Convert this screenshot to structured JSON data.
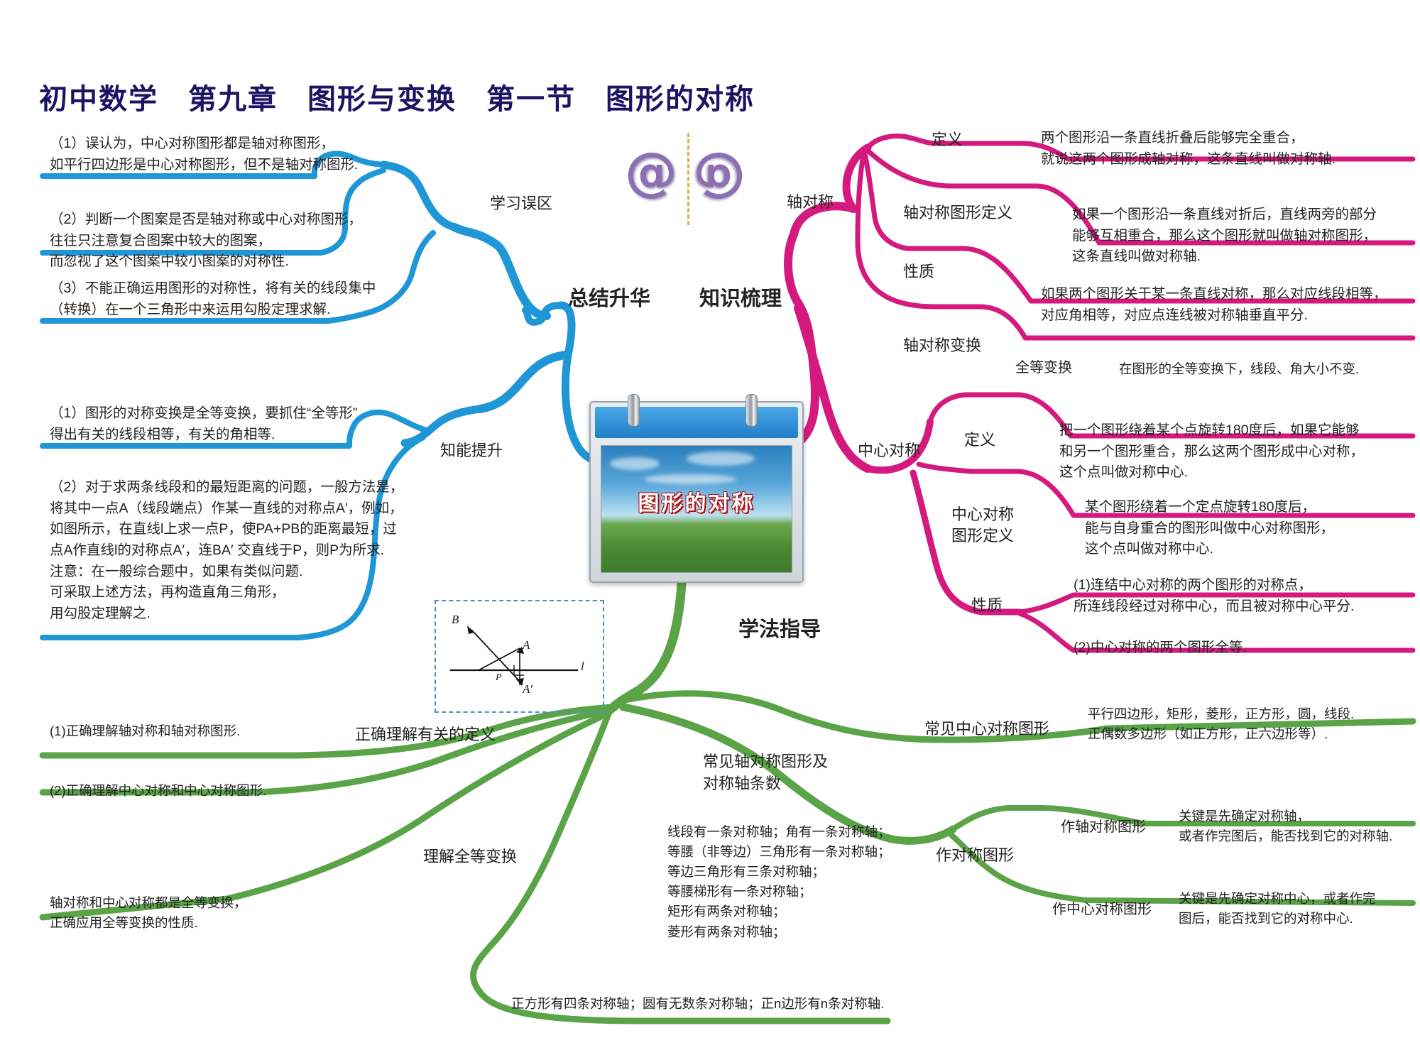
{
  "title": "初中数学　第九章　图形与变换　第一节　图形的对称",
  "center": {
    "card_title": "图形的对称",
    "at_icon_left": "@",
    "at_icon_right": "@"
  },
  "hubs": {
    "summary": "总结升华",
    "knowledge": "知识梳理",
    "method": "学法指导"
  },
  "blue_branch": {
    "label_misconception": "学习误区",
    "label_ability": "知能提升",
    "misconception_items": [
      "（1）误认为，中心对称图形都是轴对称图形，\n如平行四边形是中心对称图形，但不是轴对称图形.",
      "（2）判断一个图案是否是轴对称或中心对称图形，\n往往只注意复合图案中较大的图案，\n而忽视了这个图案中较小图案的对称性.",
      "（3）不能正确运用图形的对称性，将有关的线段集中\n（转换）在一个三角形中来运用勾股定理求解."
    ],
    "ability_items": [
      "（1）图形的对称变换是全等变换，要抓住“全等形”\n得出有关的线段相等，有关的角相等.",
      "（2）对于求两条线段和的最短距离的问题，一般方法是，\n将其中一点A（线段端点）作某一直线的对称点A′，例如，\n如图所示，在直线l上求一点P，使PA+PB的距离最短，过\n点A作直线l的对称点A′，连BA′ 交直线于P，则P为所求.\n注意：在一般综合题中，如果有类似问题.\n可采取上述方法，再构造直角三角形，\n用勾股定理解之."
    ],
    "figure_labels": {
      "B": "B",
      "A": "A",
      "A_prime": "A′",
      "P": "P",
      "l": "l"
    }
  },
  "pink_branch": {
    "axis_symmetry": {
      "label": "轴对称",
      "children": [
        {
          "label": "定义",
          "detail": "两个图形沿一条直线折叠后能够完全重合，\n就说这两个图形成轴对称，这条直线叫做对称轴."
        },
        {
          "label": "轴对称图形定义",
          "detail": "如果一个图形沿一条直线对折后，直线两旁的部分\n能够互相重合，那么这个图形就叫做轴对称图形，\n这条直线叫做对称轴."
        },
        {
          "label": "性质",
          "detail": "如果两个图形关于某一条直线对称，那么对应线段相等，\n对应角相等，对应点连线被对称轴垂直平分."
        },
        {
          "label": "轴对称变换",
          "detail": ""
        }
      ],
      "congruent": {
        "label": "全等变换",
        "detail": "在图形的全等变换下，线段、角大小不变."
      }
    },
    "central_symmetry": {
      "label": "中心对称",
      "children": [
        {
          "label": "定义",
          "detail": "把一个图形绕着某个点旋转180度后，如果它能够\n和另一个图形重合，那么这两个图形成中心对称，\n这个点叫做对称中心."
        },
        {
          "label": "中心对称\n图形定义",
          "detail": "某个图形绕着一个定点旋转180度后，\n能与自身重合的图形叫做中心对称图形，\n这个点叫做对称中心."
        },
        {
          "label": "性质",
          "detail": ""
        }
      ],
      "property_items": [
        "(1)连结中心对称的两个图形的对称点，\n所连线段经过对称中心，而且被对称中心平分.",
        "(2)中心对称的两个图形全等."
      ]
    }
  },
  "green_branch": {
    "understand_definition": {
      "label": "正确理解有关的定义",
      "items": [
        "(1)正确理解轴对称和轴对称图形.",
        "(2)正确理解中心对称和中心对称图形."
      ]
    },
    "understand_congruent": {
      "label": "理解全等变换",
      "items": [
        "轴对称和中心对称都是全等变换，\n正确应用全等变换的性质."
      ]
    },
    "common_axial": {
      "label": "常见轴对称图形及\n对称轴条数",
      "detail": "线段有一条对称轴；角有一条对称轴；\n等腰（非等边）三角形有一条对称轴；\n等边三角形有三条对称轴；\n等腰梯形有一条对称轴；\n矩形有两条对称轴；\n菱形有两条对称轴；",
      "detail_last": "正方形有四条对称轴；圆有无数条对称轴；正n边形有n条对称轴."
    },
    "common_central": {
      "label": "常见中心对称图形",
      "detail": "平行四边形，矩形，菱形，正方形，圆，线段.\n正偶数多边形（如正方形，正六边形等）."
    },
    "draw_symmetric": {
      "label": "作对称图形",
      "children": [
        {
          "label": "作轴对称图形",
          "detail": "关键是先确定对称轴，\n或者作完图后，能否找到它的对称轴."
        },
        {
          "label": "作中心对称图形",
          "detail": "关键是先确定对称中心，或者作完\n图后，能否找到它的对称中心."
        }
      ]
    }
  },
  "colors": {
    "blue": "#1f96d6",
    "pink": "#d4197f",
    "green": "#5aa447",
    "title": "#1b1464",
    "purple": "#8b6fb3",
    "dashed_blue": "#4a90c4",
    "dashed_gold": "#d9b24a"
  }
}
